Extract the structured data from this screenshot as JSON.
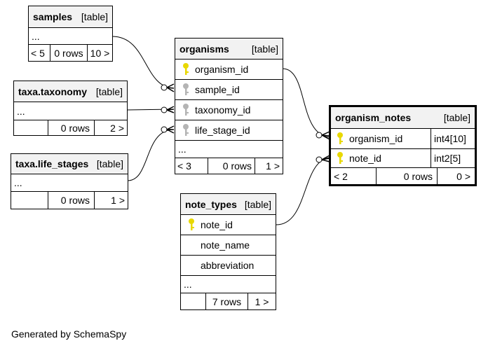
{
  "tables": {
    "samples": {
      "name": "samples",
      "tag": "[table]",
      "more": "...",
      "parents": "< 5",
      "rows": "0 rows",
      "children": "10 >"
    },
    "taxonomy": {
      "name": "taxa.taxonomy",
      "tag": "[table]",
      "more": "...",
      "parents": "",
      "rows": "0 rows",
      "children": "2 >"
    },
    "life_stages": {
      "name": "taxa.life_stages",
      "tag": "[table]",
      "more": "...",
      "parents": "",
      "rows": "0 rows",
      "children": "1 >"
    },
    "organisms": {
      "name": "organisms",
      "tag": "[table]",
      "columns": [
        {
          "name": "organism_id",
          "key": "primary"
        },
        {
          "name": "sample_id",
          "key": "foreign"
        },
        {
          "name": "taxonomy_id",
          "key": "foreign"
        },
        {
          "name": "life_stage_id",
          "key": "foreign"
        }
      ],
      "more": "...",
      "parents": "< 3",
      "rows": "0 rows",
      "children": "1 >"
    },
    "organism_notes": {
      "name": "organism_notes",
      "tag": "[table]",
      "columns": [
        {
          "name": "organism_id",
          "type": "int4[10]",
          "key": "primary"
        },
        {
          "name": "note_id",
          "type": "int2[5]",
          "key": "primary"
        }
      ],
      "parents": "< 2",
      "rows": "0 rows",
      "children": "0 >"
    },
    "note_types": {
      "name": "note_types",
      "tag": "[table]",
      "columns": [
        {
          "name": "note_id",
          "key": "primary"
        },
        {
          "name": "note_name",
          "key": ""
        },
        {
          "name": "abbreviation",
          "key": ""
        }
      ],
      "more": "...",
      "parents": "",
      "rows": "7 rows",
      "children": "1 >"
    }
  },
  "colors": {
    "header_bg": "#f2f2f2",
    "primary_key": "#e8d800",
    "foreign_key": "#b4b4b4",
    "line": "#000000"
  },
  "footer": {
    "generated": "Generated by SchemaSpy"
  }
}
